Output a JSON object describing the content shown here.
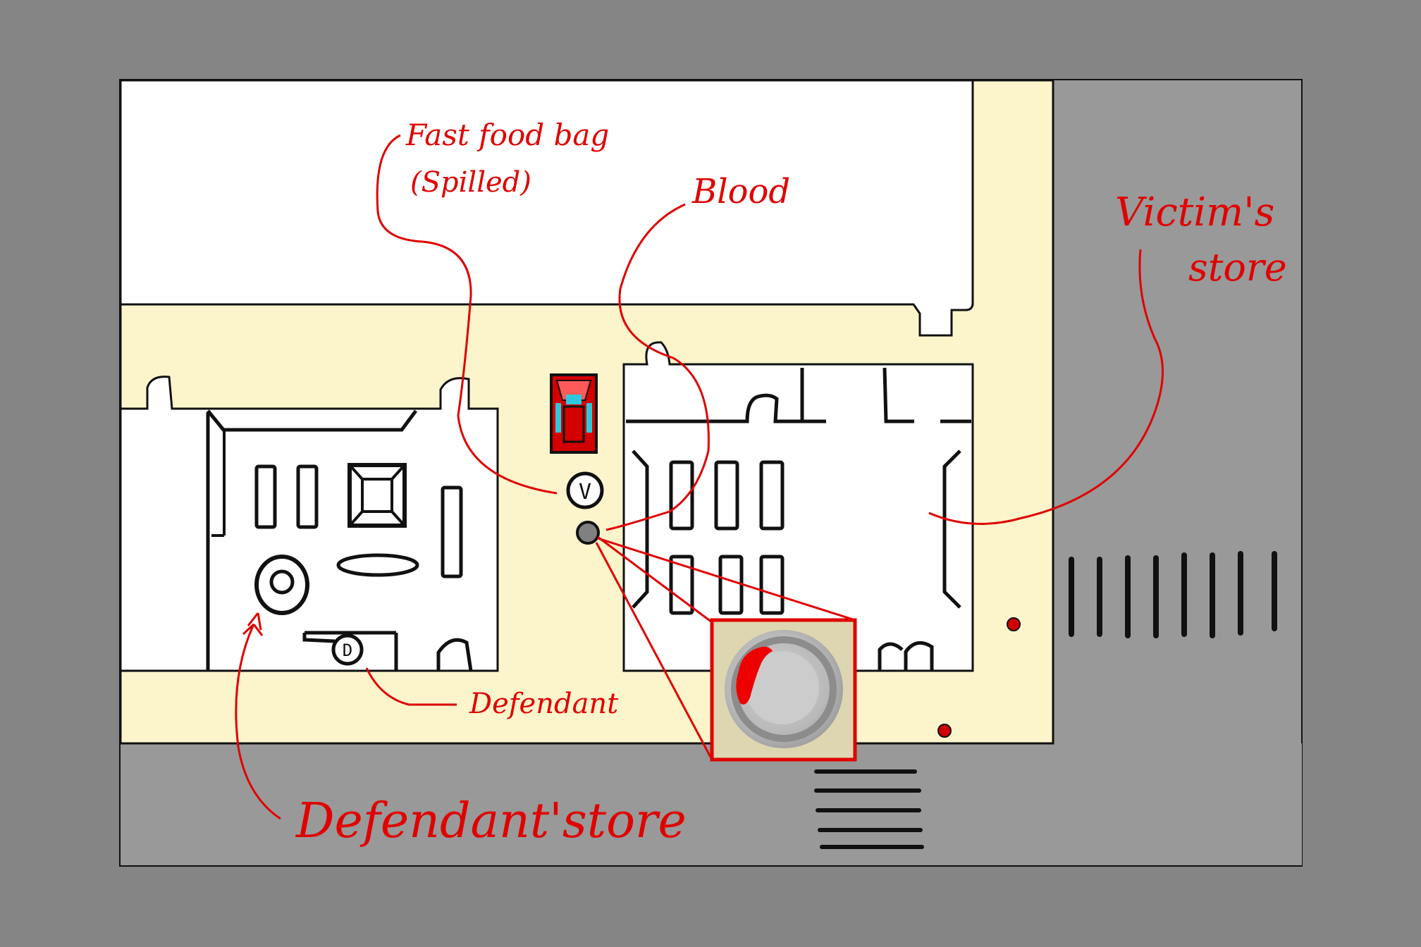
{
  "labels": {
    "fast_food_bag_line1": "Fast food bag",
    "fast_food_bag_line2": "(Spilled)",
    "blood": "Blood",
    "victims_store_line1": "Victim's",
    "victims_store_line2": "store",
    "defendant": "Defendant",
    "defendants_store": "Defendant'store"
  },
  "markers": {
    "victim": "V",
    "defendant": "D"
  },
  "colors": {
    "annotation": "#e00000",
    "sidewalk": "#fcf5cc",
    "road": "#999999",
    "outline": "#111111"
  }
}
